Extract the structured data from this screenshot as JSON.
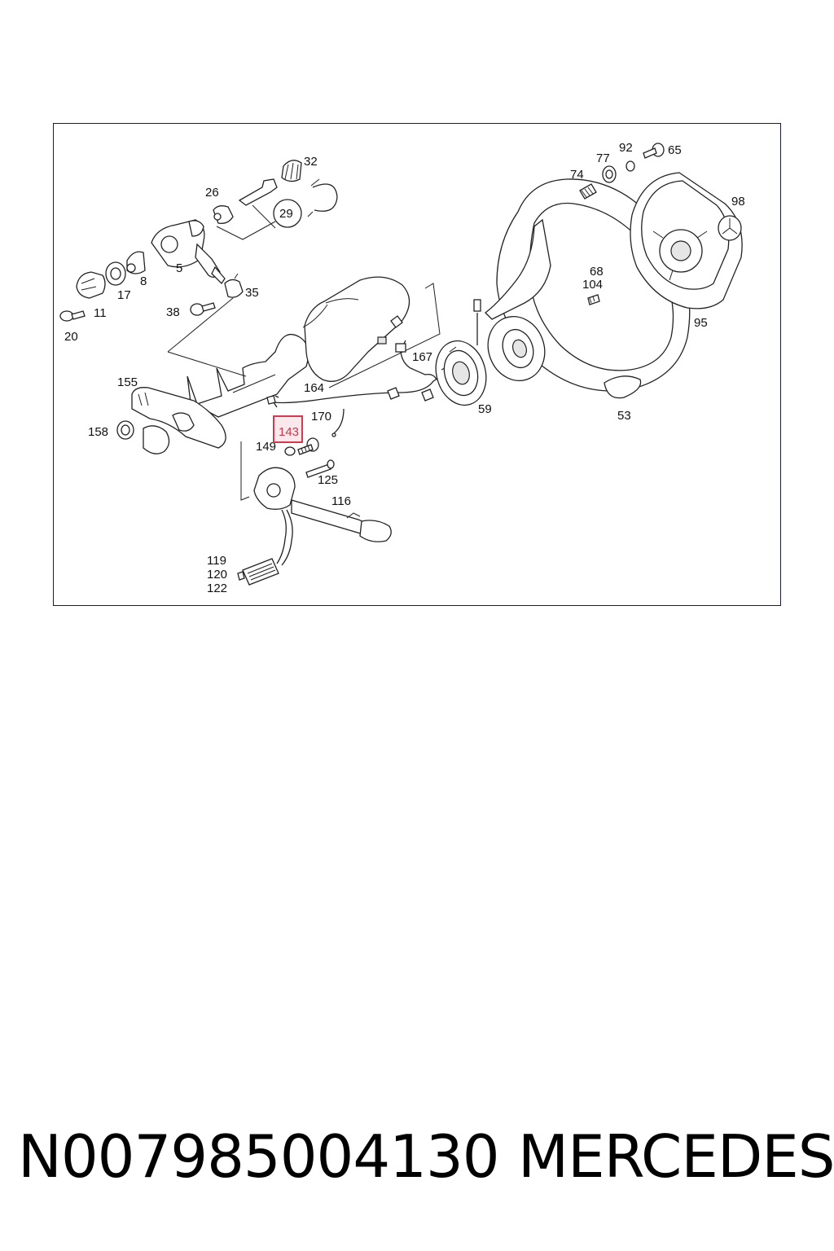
{
  "diagram": {
    "highlighted_label": "143",
    "highlight_color": "#d43a4e",
    "labels": [
      "32",
      "26",
      "29",
      "11",
      "17",
      "8",
      "5",
      "35",
      "20",
      "38",
      "155",
      "158",
      "164",
      "167",
      "170",
      "149",
      "125",
      "116",
      "119",
      "120",
      "122",
      "59",
      "53",
      "74",
      "77",
      "92",
      "65",
      "98",
      "68",
      "104",
      "95"
    ]
  },
  "footer": {
    "part_number": "N007985004130",
    "brand": "MERCEDES"
  }
}
